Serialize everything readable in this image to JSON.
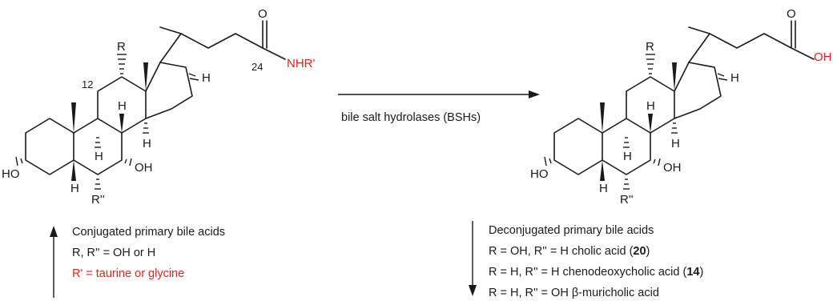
{
  "reaction": {
    "enzyme_label": "bile salt hydrolases (BSHs)"
  },
  "left_molecule": {
    "atoms": {
      "r": "R",
      "r2": "R''",
      "rprime": "NHR'",
      "ho": "HO",
      "oh": "OH",
      "o": "O",
      "h": "H",
      "c12": "12",
      "c24": "24"
    },
    "colors": {
      "highlight": "#e0241b"
    }
  },
  "right_molecule": {
    "atoms": {
      "r": "R",
      "r2": "R''",
      "ho": "HO",
      "oh": "OH",
      "o": "O",
      "acid_oh": "OH",
      "h": "H"
    },
    "colors": {
      "highlight": "#e0241b"
    }
  },
  "left_caption": {
    "title": "Conjugated primary bile acids",
    "line1": "R, R'' = OH or H",
    "line2": "R' = taurine or glycine"
  },
  "right_caption": {
    "title": "Deconjugated primary bile acids",
    "rows": [
      {
        "prefix": "R = OH, R'' = H cholic acid (",
        "ref": "20",
        "suffix": ")"
      },
      {
        "prefix": "R = H, R'' = H chenodeoxycholic acid (",
        "ref": "14",
        "suffix": ")"
      },
      {
        "prefix": "R = H, R'' = OH β-muricholic acid",
        "ref": "",
        "suffix": ""
      }
    ]
  }
}
